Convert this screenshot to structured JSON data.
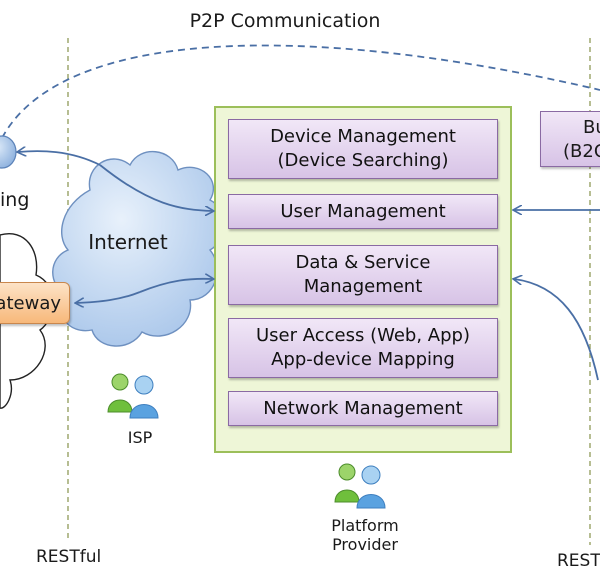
{
  "title": "P2P Communication",
  "internet_label": "Internet",
  "gateway_label": "Gateway",
  "ending_label": "ing",
  "isp_label": "ISP",
  "platform_provider": [
    "Platform",
    "Provider"
  ],
  "restful_left": "RESTful",
  "restful_right": "REST",
  "b2c_lines": [
    "Bu",
    "(B2C"
  ],
  "platform_modules": [
    {
      "lines": [
        "Device Management",
        "(Device Searching)"
      ]
    },
    {
      "lines": [
        "User Management"
      ]
    },
    {
      "lines": [
        "Data & Service",
        "Management"
      ]
    },
    {
      "lines": [
        "User Access (Web, App)",
        "App-device Mapping"
      ]
    },
    {
      "lines": [
        "Network Management"
      ]
    }
  ],
  "colors": {
    "arrow": "#4a6fa5",
    "platform_fill": "#eef6d7",
    "platform_border": "#9cbf5a",
    "module_fill": "#e3d5ee",
    "gateway_fill": "#f9c896",
    "divider": "#a5ad78"
  },
  "icons": [
    "users-icon-isp",
    "users-icon-platform"
  ]
}
